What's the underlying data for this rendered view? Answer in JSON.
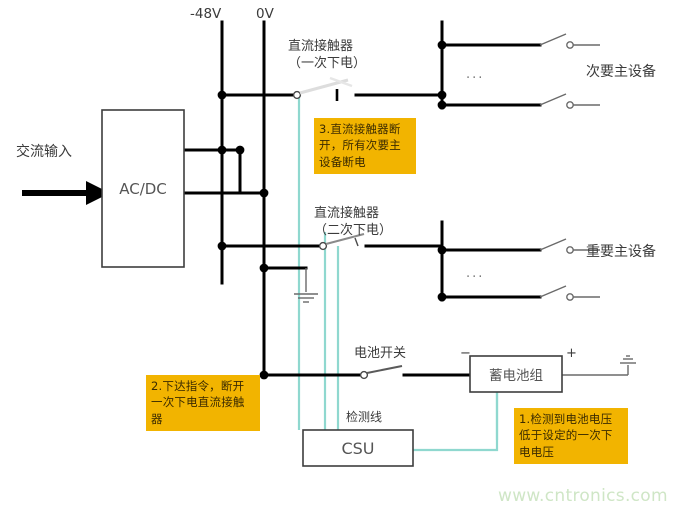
{
  "diagram": {
    "title_watermark": "www.cntronics.com",
    "rails": [
      {
        "name": "minus48v",
        "label": "-48V"
      },
      {
        "name": "zero_v",
        "label": "0V"
      }
    ],
    "blocks": [
      {
        "name": "acdc",
        "label": "AC/DC"
      },
      {
        "name": "battery",
        "label": "蓄电池组"
      },
      {
        "name": "csu",
        "label": "CSU"
      }
    ],
    "labels": {
      "ac_input": "交流输入",
      "contactor_primary": "直流接触器\n（一次下电）",
      "contactor_secondary": "直流接触器\n（二次下电）",
      "battery_switch": "电池开关",
      "detect_line": "检测线",
      "secondary_main_equipment": "次要主设备",
      "important_main_equipment": "重要主设备",
      "battery_minus": "−",
      "battery_plus": "+",
      "ellipsis_top": "...",
      "ellipsis_bottom": "..."
    },
    "callouts": [
      {
        "name": "callout-3",
        "text": "3.直流接触器断\n开，所有次要主\n设备断电",
        "bg": "#f2b400"
      },
      {
        "name": "callout-2",
        "text": "2.下达指令，断开\n一次下电直流接触\n器",
        "bg": "#f2b400"
      },
      {
        "name": "callout-1",
        "text": "1.检测到电池电压\n低于设定的一次下\n电电压",
        "bg": "#f2b400"
      }
    ],
    "colors": {
      "wire": "#000000",
      "thin_wire": "#4a4a4a",
      "control_line": "#8fd8cf",
      "callout_bg": "#f2b400",
      "watermark": "#cfe6c6",
      "text": "#3b3b3b"
    }
  }
}
